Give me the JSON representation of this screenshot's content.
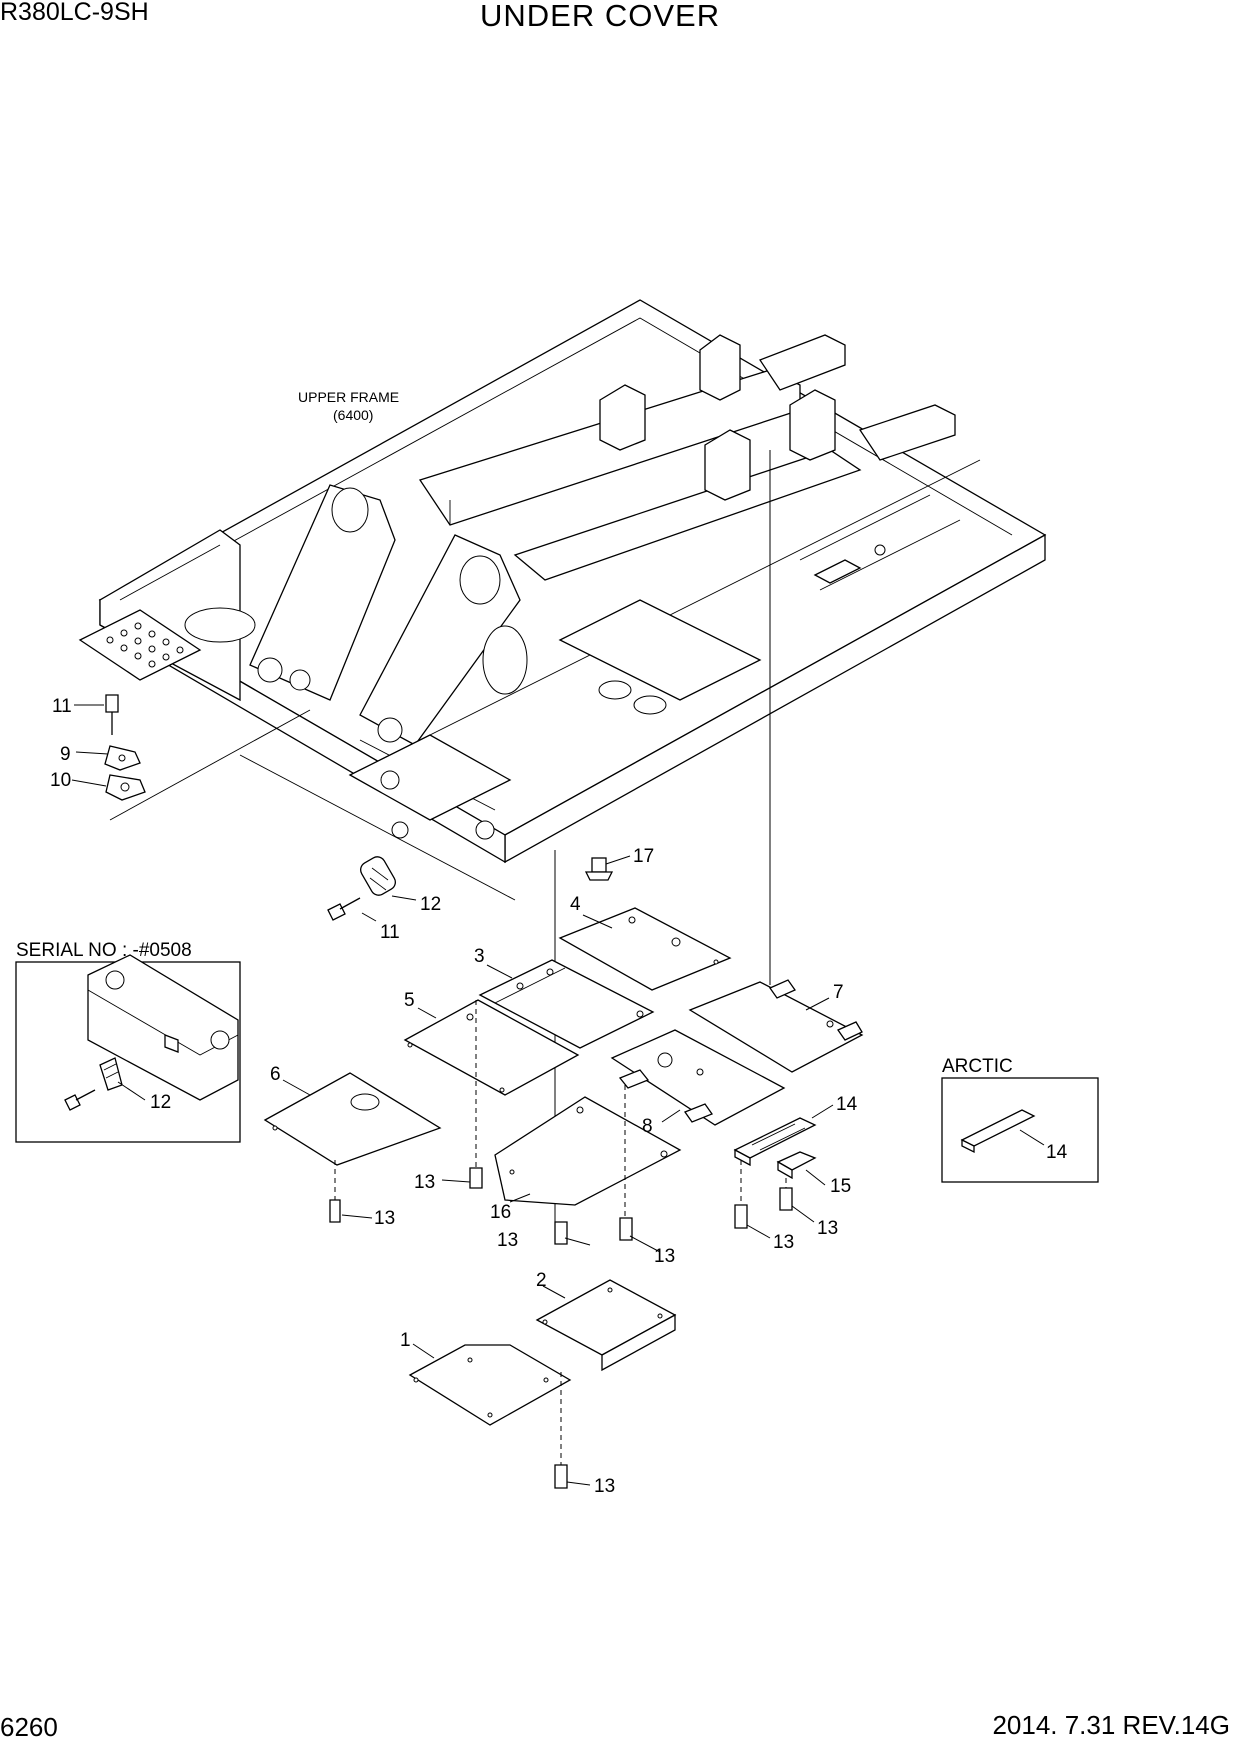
{
  "header": {
    "model": "R380LC-9SH",
    "title": "UNDER COVER"
  },
  "footer": {
    "page_number": "6260",
    "revision": "2014. 7.31  REV.14G"
  },
  "notes": {
    "upper_frame_line1": "UPPER FRAME",
    "upper_frame_line2": "(6400)"
  },
  "insets": {
    "serial": {
      "title": "SERIAL NO : -#0508",
      "part_label": "12"
    },
    "arctic": {
      "title": "ARCTIC",
      "part_label": "14"
    }
  },
  "callouts": {
    "c1": "1",
    "c2": "2",
    "c3": "3",
    "c4": "4",
    "c5": "5",
    "c6": "6",
    "c7": "7",
    "c8": "8",
    "c9": "9",
    "c10": "10",
    "c11a": "11",
    "c11b": "11",
    "c12": "12",
    "c13a": "13",
    "c13b": "13",
    "c13c": "13",
    "c13d": "13",
    "c13e": "13",
    "c13f": "13",
    "c13g": "13",
    "c14": "14",
    "c15": "15",
    "c16": "16",
    "c17": "17"
  }
}
